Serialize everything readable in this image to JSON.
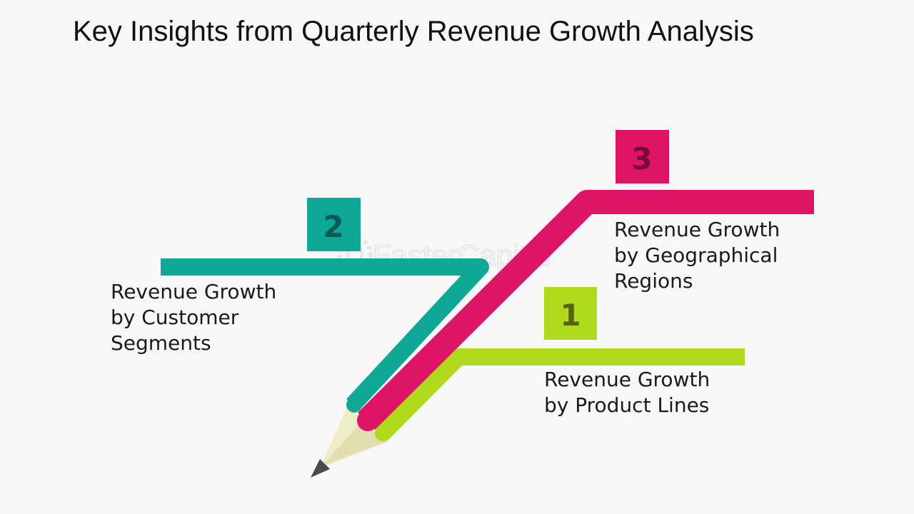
{
  "title": "Key Insights from Quarterly Revenue Growth Analysis",
  "watermark": "FasterCapital",
  "colors": {
    "background": "#f7f7f7",
    "teal": "#0fa795",
    "magenta": "#de1467",
    "lime": "#afd91b",
    "pencil_wood": "#f1ecc8",
    "pencil_tip": "#4a4a4a"
  },
  "items": [
    {
      "number": "1",
      "lines": [
        "Revenue Growth",
        "by Product Lines"
      ],
      "color": "#afd91b",
      "number_color": "#56620f"
    },
    {
      "number": "2",
      "lines": [
        "Revenue Growth",
        "by Customer",
        "Segments"
      ],
      "color": "#0fa795",
      "number_color": "#075b52"
    },
    {
      "number": "3",
      "lines": [
        "Revenue Growth",
        "by Geographical",
        "Regions"
      ],
      "color": "#de1467",
      "number_color": "#7a0a38"
    }
  ]
}
